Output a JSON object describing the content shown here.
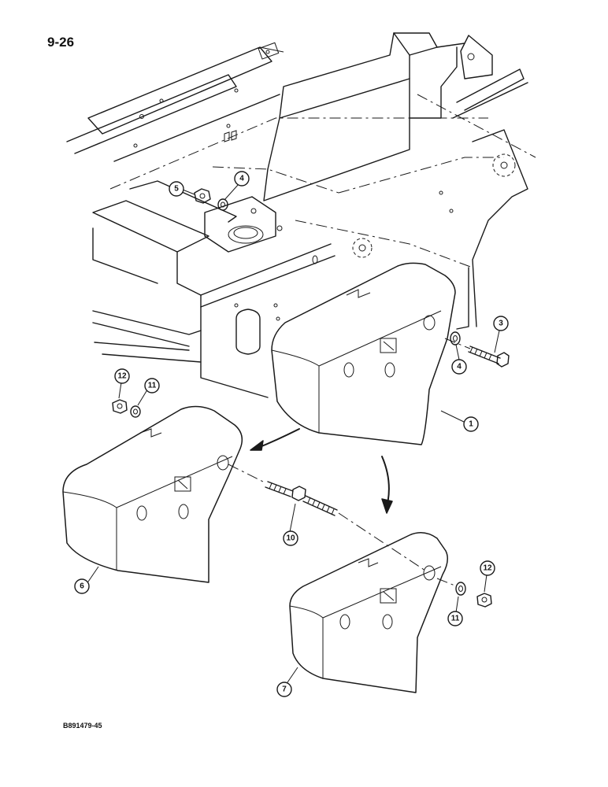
{
  "page_number": "9-26",
  "figure_id": "B891479-45",
  "callouts": {
    "c1": "1",
    "c3": "3",
    "c4a": "4",
    "c4b": "4",
    "c5": "5",
    "c6": "6",
    "c7": "7",
    "c10": "10",
    "c11a": "11",
    "c11b": "11",
    "c12a": "12",
    "c12b": "12"
  }
}
